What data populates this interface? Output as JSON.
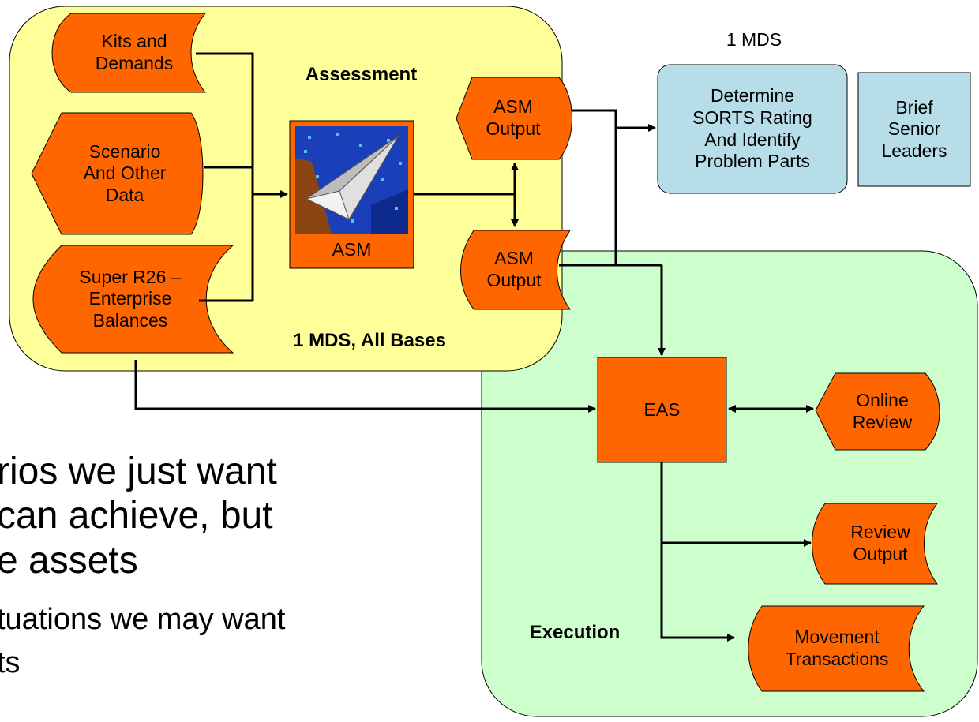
{
  "regions": {
    "assessment_title": "Assessment",
    "assessment_scope": "1 MDS, All Bases",
    "execution_title": "Execution"
  },
  "inputs": {
    "kits": "Kits and\nDemands",
    "scenario": "Scenario\nAnd Other\nData",
    "super_r26": "Super R26 –\nEnterprise\nBalances"
  },
  "processes": {
    "asm": "ASM",
    "eas": "EAS"
  },
  "outputs": {
    "asm_output_display": "ASM\nOutput",
    "asm_output_document": "ASM\nOutput",
    "online_review": "Online\nReview",
    "review_output": "Review\nOutput",
    "movement_transactions": "Movement\nTransactions"
  },
  "decision": {
    "header": "1 MDS",
    "determine": "Determine\nSORTS Rating\nAnd Identify\nProblem Parts",
    "brief": "Brief\nSenior\nLeaders"
  },
  "background_text": {
    "line1": "rios we just want",
    "line2": "can achieve, but",
    "line3": "e assets",
    "line4": "tuations we may want",
    "line5": "ts"
  },
  "colors": {
    "assessment_fill": "#FFFF99",
    "execution_fill": "#CCFFCC",
    "orange_shape": "#FF6600",
    "decision_fill": "#B7DEE8",
    "plane_background": "#1A3FB8"
  }
}
